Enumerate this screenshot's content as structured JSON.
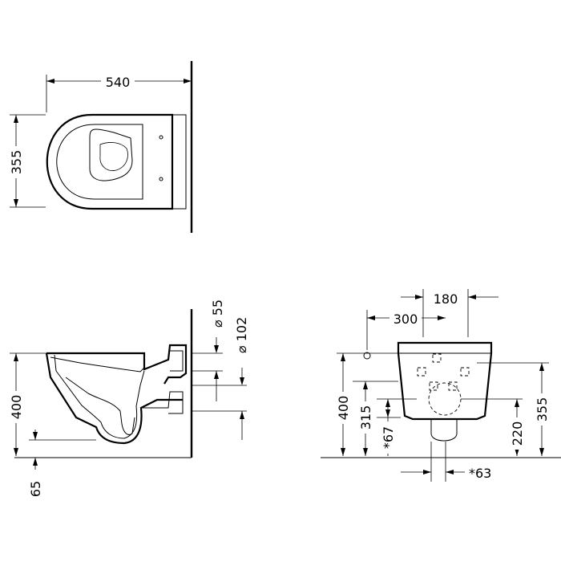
{
  "top_view": {
    "width_label": "540",
    "depth_label": "355"
  },
  "side_view": {
    "pipe_small_label": "⌀ 55",
    "pipe_large_label": "⌀ 102",
    "height_label": "400",
    "floor_label": "65"
  },
  "front_view": {
    "top_spacing_label": "180",
    "mid_spacing_label": "300",
    "height_total_label": "400",
    "height_inlet_label": "315",
    "height_small_label": "*67",
    "height_outlet_label": "220",
    "height_right_label": "355",
    "bottom_label": "*63"
  }
}
